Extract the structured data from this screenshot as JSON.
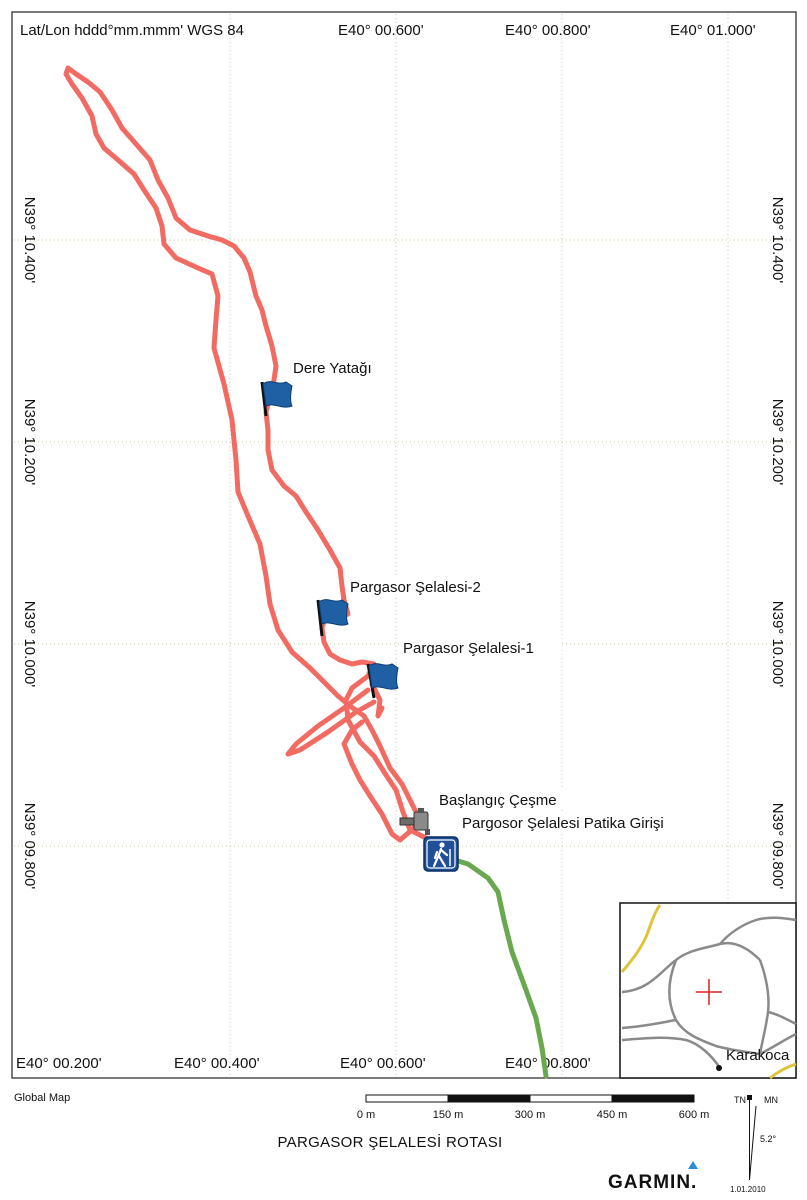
{
  "map": {
    "coord_format": "Lat/Lon hddd°mm.mmm' WGS 84",
    "top_lon_labels": [
      "E40° 00.600'",
      "E40° 00.800'",
      "E40° 01.000'"
    ],
    "bottom_lon_labels": [
      "E40° 00.200'",
      "E40° 00.400'",
      "E40° 00.600'",
      "E40° 00.800'"
    ],
    "lat_labels": [
      "N39° 10.400'",
      "N39° 10.200'",
      "N39° 10.000'",
      "N39° 09.800'"
    ],
    "waypoints": [
      {
        "label": "Dere Yatağı",
        "icon": "flag-icon"
      },
      {
        "label": "Pargasor Şelalesi-2",
        "icon": "flag-icon"
      },
      {
        "label": "Pargasor Şelalesi-1",
        "icon": "flag-icon"
      },
      {
        "label": "Başlangıç Çeşme",
        "icon": "water-tap-icon"
      },
      {
        "label": "Pargosor Şelalesi Patika Girişi",
        "icon": "hiker-icon"
      }
    ],
    "inset_label": "Karakoca",
    "colors": {
      "track": "#f26b62",
      "approach_track": "#6aa84f",
      "grid": "#c9c9a8",
      "flag": "#1f5fa3"
    }
  },
  "footer": {
    "source": "Global Map",
    "scale_labels": [
      "0 m",
      "150 m",
      "300 m",
      "450 m",
      "600 m"
    ],
    "north_labels": {
      "true_north": "TN",
      "magnetic_north": "MN",
      "declination": "5.2°",
      "date": "1.01.2010"
    },
    "title": "PARGASOR ŞELALESİ ROTASI",
    "brand": "GARMIN."
  }
}
